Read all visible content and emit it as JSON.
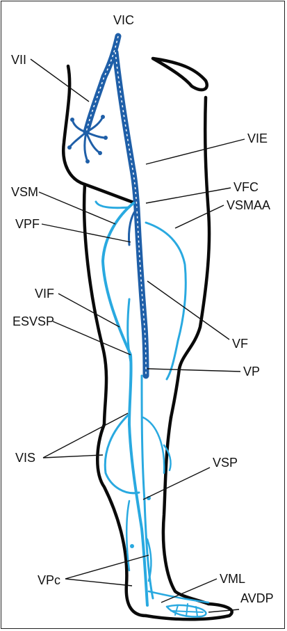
{
  "colors": {
    "deep_vein": "#1f5fa8",
    "superficial_vein": "#29a9e0",
    "outline": "#0a0a0a",
    "frame": "#222222"
  },
  "labels": {
    "vic": "VIC",
    "vii": "VII",
    "vie": "VIE",
    "vfc": "VFC",
    "vsm": "VSM",
    "vsmaa": "VSMAA",
    "vpf": "VPF",
    "vif": "VIF",
    "esvsp": "ESVSP",
    "vf": "VF",
    "vp": "VP",
    "vis": "VIS",
    "vsp": "VSP",
    "vpc": "VPc",
    "vml": "VML",
    "avdp": "AVDP"
  }
}
